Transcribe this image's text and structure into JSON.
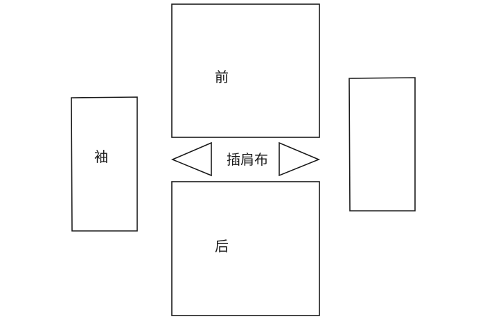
{
  "pieces": {
    "front": {
      "label": "前"
    },
    "back": {
      "label": "后"
    },
    "sleeve_left": {
      "label": "袖"
    },
    "sleeve_right": {
      "label": ""
    },
    "gusset": {
      "label": "插肩布"
    }
  }
}
